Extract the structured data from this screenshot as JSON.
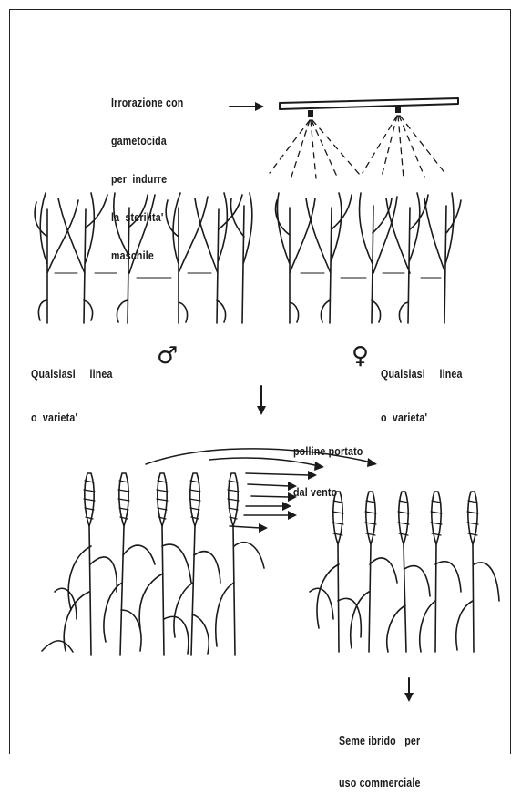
{
  "labels": {
    "spray_line1": "Irrorazione con",
    "spray_line2": "gametocida",
    "spray_line3": "per  indurre",
    "spray_line4": "la  sterilita'",
    "spray_line5": "maschile",
    "male_line1": "Qualsiasi     linea",
    "male_line2": "o  varieta'",
    "female_line1": "Qualsiasi     linea",
    "female_line2": "o  varieta'",
    "pollen_line1": "polline portato",
    "pollen_line2": "dal vento",
    "seed_line1": "Seme ibrido   per",
    "seed_line2": "uso commerciale"
  },
  "symbols": {
    "male": "♂",
    "female": "♀"
  }
}
